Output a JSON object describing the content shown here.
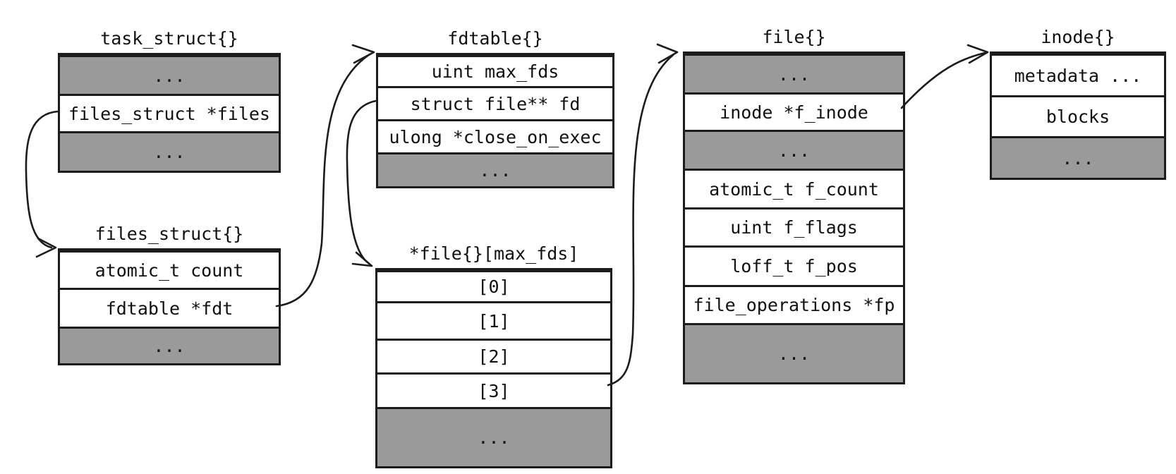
{
  "diagram": {
    "colors": {
      "background": "#ffffff",
      "line": "#1c1c1c",
      "shaded_row": "#9a9a9a",
      "text": "#111111"
    },
    "boxes": [
      {
        "id": "task_struct",
        "title": "task_struct{}",
        "rows": [
          {
            "text": "...",
            "shaded": true
          },
          {
            "text": "files_struct *files",
            "shaded": false
          },
          {
            "text": "...",
            "shaded": true
          }
        ]
      },
      {
        "id": "files_struct",
        "title": "files_struct{}",
        "rows": [
          {
            "text": "atomic_t count",
            "shaded": false
          },
          {
            "text": "fdtable *fdt",
            "shaded": false
          },
          {
            "text": "...",
            "shaded": true
          }
        ]
      },
      {
        "id": "fdtable",
        "title": "fdtable{}",
        "rows": [
          {
            "text": "uint max_fds",
            "shaded": false
          },
          {
            "text": "struct file** fd",
            "shaded": false
          },
          {
            "text": "ulong *close_on_exec",
            "shaded": false
          },
          {
            "text": "...",
            "shaded": true
          }
        ]
      },
      {
        "id": "file_array",
        "title": "*file{}[max_fds]",
        "rows": [
          {
            "text": "[0]",
            "shaded": false
          },
          {
            "text": "[1]",
            "shaded": false
          },
          {
            "text": "[2]",
            "shaded": false
          },
          {
            "text": "[3]",
            "shaded": false
          },
          {
            "text": "...",
            "shaded": true
          }
        ]
      },
      {
        "id": "file",
        "title": "file{}",
        "rows": [
          {
            "text": "...",
            "shaded": true
          },
          {
            "text": "inode *f_inode",
            "shaded": false
          },
          {
            "text": "...",
            "shaded": true
          },
          {
            "text": "atomic_t f_count",
            "shaded": false
          },
          {
            "text": "uint f_flags",
            "shaded": false
          },
          {
            "text": "loff_t f_pos",
            "shaded": false
          },
          {
            "text": "file_operations *fp",
            "shaded": false
          },
          {
            "text": "...",
            "shaded": true
          }
        ]
      },
      {
        "id": "inode",
        "title": "inode{}",
        "rows": [
          {
            "text": "metadata ...",
            "shaded": false
          },
          {
            "text": "blocks",
            "shaded": false
          },
          {
            "text": "...",
            "shaded": true
          }
        ]
      }
    ],
    "connections": [
      {
        "from": "task_struct.files_struct *files",
        "to": "files_struct{}"
      },
      {
        "from": "files_struct.fdtable *fdt",
        "to": "fdtable{}"
      },
      {
        "from": "fdtable.struct file** fd",
        "to": "*file{}[max_fds]"
      },
      {
        "from": "*file{}[max_fds].[3]",
        "to": "file{}"
      },
      {
        "from": "file.inode *f_inode",
        "to": "inode{}"
      }
    ]
  }
}
